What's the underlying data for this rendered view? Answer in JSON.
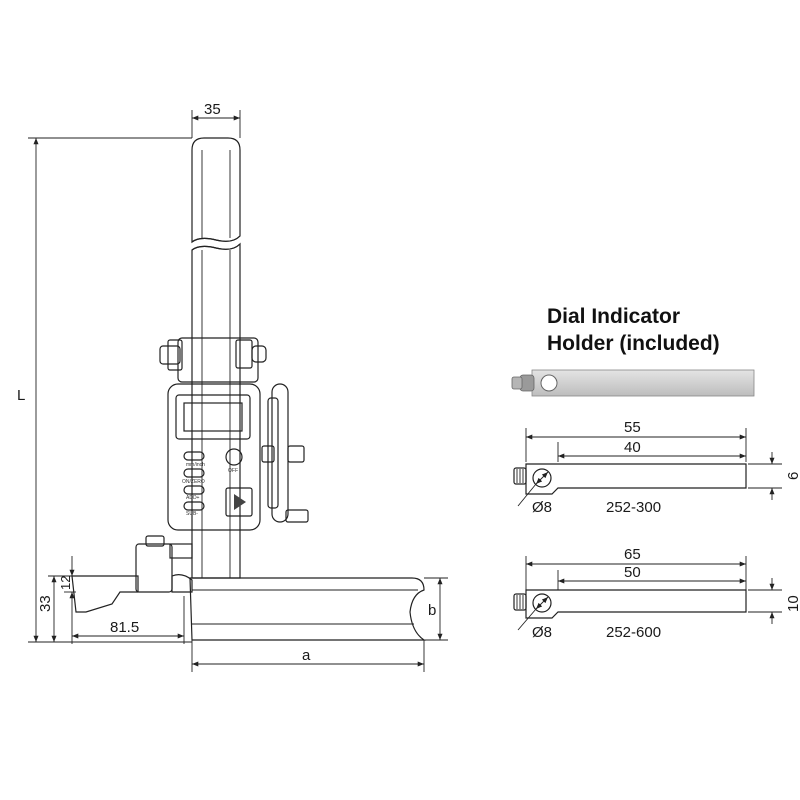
{
  "gauge": {
    "dims": {
      "column_width": "35",
      "length": "L",
      "scriber_height": "33",
      "scriber_thickness": "12",
      "scriber_reach": "81.5",
      "base_length": "a",
      "base_height": "b"
    },
    "display_buttons": {
      "mm_inch": "mm/inch",
      "on_zero": "ON/ZERO",
      "add": "ADD+",
      "sub": "SUB-",
      "off": "OFF"
    }
  },
  "holder": {
    "title_line1": "Dial Indicator",
    "title_line2": "Holder (included)",
    "variants": [
      {
        "overall": "55",
        "inner": "40",
        "thickness": "6",
        "bore": "Ø8",
        "part_no": "252-300"
      },
      {
        "overall": "65",
        "inner": "50",
        "thickness": "10",
        "bore": "Ø8",
        "part_no": "252-600"
      }
    ]
  }
}
